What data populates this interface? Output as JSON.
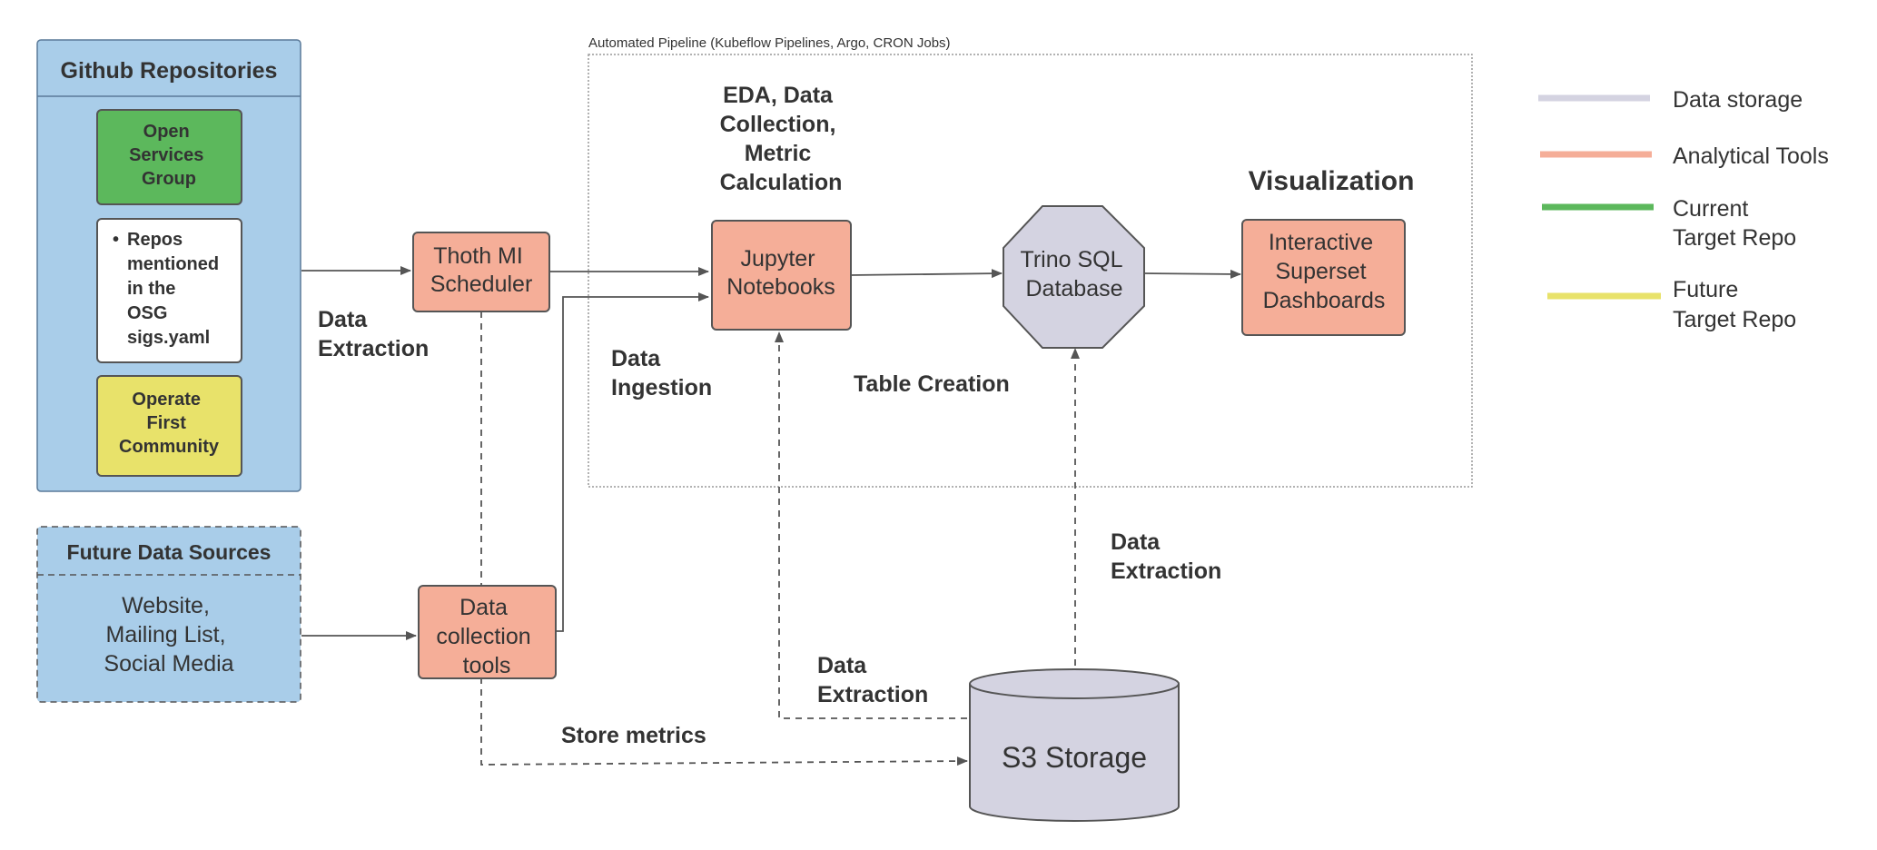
{
  "pipeline": {
    "label": "Automated Pipeline (Kubeflow Pipelines, Argo, CRON Jobs)"
  },
  "github": {
    "title": "Github Repositories",
    "osg": [
      "Open",
      "Services",
      "Group"
    ],
    "repos_bullet": "•",
    "repos": [
      "Repos",
      "mentioned",
      "in the",
      "OSG",
      "sigs.yaml"
    ],
    "op1": [
      "Operate",
      "First",
      "Community"
    ]
  },
  "future": {
    "title": "Future Data Sources",
    "items": [
      "Website,",
      "Mailing List,",
      "Social Media"
    ]
  },
  "nodes": {
    "thoth": [
      "Thoth MI",
      "Scheduler"
    ],
    "collect": [
      "Data",
      "collection",
      "tools"
    ],
    "jupyter": [
      "Jupyter",
      "Notebooks"
    ],
    "trino": [
      "Trino SQL",
      "Database"
    ],
    "superset": [
      "Interactive",
      "Superset",
      "Dashboards"
    ],
    "s3": "S3 Storage"
  },
  "labels": {
    "eda": [
      "EDA, Data",
      "Collection,",
      "Metric",
      "Calculation"
    ],
    "visualization": "Visualization",
    "table_creation": "Table Creation",
    "extraction_left": [
      "Data",
      "Extraction"
    ],
    "ingestion": [
      "Data",
      "Ingestion"
    ],
    "extraction_right": [
      "Data",
      "Extraction"
    ],
    "extraction_bottom": [
      "Data",
      "Extraction"
    ],
    "store_metrics": "Store metrics"
  },
  "legend": [
    {
      "label": [
        "Data storage"
      ],
      "color": "#d4d3e1"
    },
    {
      "label": [
        "Analytical Tools"
      ],
      "color": "#f5ae98"
    },
    {
      "label": [
        "Current",
        "Target Repo"
      ],
      "color": "#5cb85c"
    },
    {
      "label": [
        "Future",
        "Target Repo"
      ],
      "color": "#e8e26a"
    }
  ],
  "colors": {
    "repo_blue": "#a9cde9",
    "osg_green": "#5cb85c",
    "op1_yellow": "#e8e26a",
    "tool_salmon": "#f5ae98",
    "storage_lavender": "#d4d3e1",
    "line": "#555555"
  }
}
